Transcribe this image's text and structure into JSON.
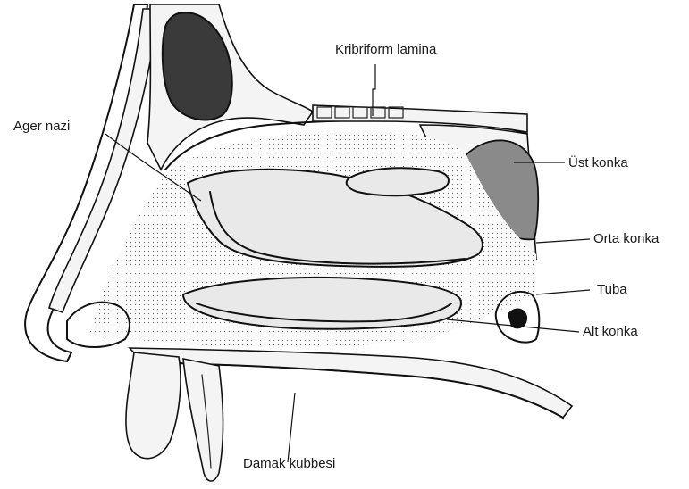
{
  "labels": {
    "cribriform": "Kribriform lamina",
    "agger": "Ager nazi",
    "superior": "Üst konka",
    "middle": "Orta konka",
    "tuba": "Tuba",
    "inferior": "Alt konka",
    "palate": "Damak kubbesi"
  },
  "colors": {
    "ink": "#111111",
    "sinus": "#3a3a3a",
    "superior_concha": "#8a8a8a"
  }
}
